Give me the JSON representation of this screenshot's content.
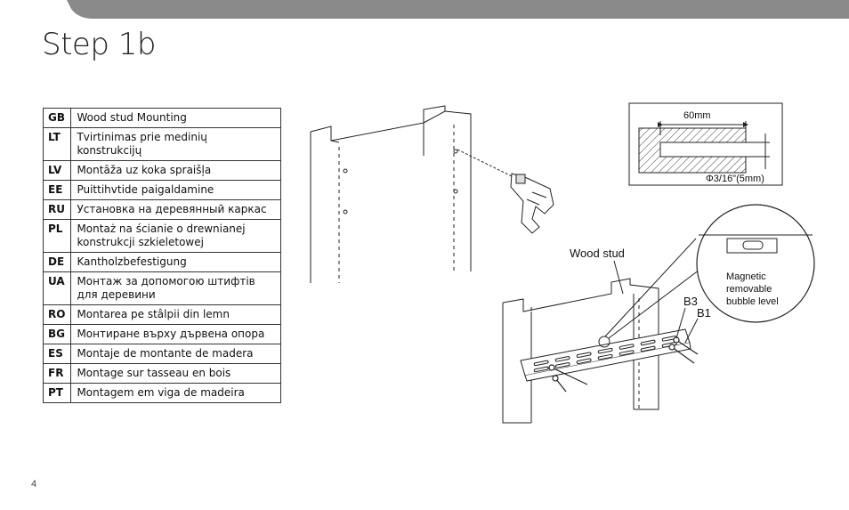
{
  "page": {
    "title": "Step 1b",
    "number": "4"
  },
  "languages": [
    {
      "code": "GB",
      "text": "Wood stud Mounting"
    },
    {
      "code": "LT",
      "text": "Tvirtinimas prie medinių konstrukcijų"
    },
    {
      "code": "LV",
      "text": "Montāža uz koka spraišļa"
    },
    {
      "code": "EE",
      "text": "Puittihvtide paigaldamine"
    },
    {
      "code": "RU",
      "text": "Установка на деревянный каркас"
    },
    {
      "code": "PL",
      "text": "Montaż na ścianie o drewnianej konstrukcji szkieletowej"
    },
    {
      "code": "DE",
      "text": "Kantholzbefestigung"
    },
    {
      "code": "UA",
      "text": "Монтаж за допомогою штифтів для деревини"
    },
    {
      "code": "RO",
      "text": "Montarea pe stâlpii din lemn"
    },
    {
      "code": "BG",
      "text": "Монтиране върху дървена опора"
    },
    {
      "code": "ES",
      "text": "Montaje de montante de madera"
    },
    {
      "code": "FR",
      "text": "Montage sur tasseau en bois"
    },
    {
      "code": "PT",
      "text": "Montagem em viga de madeira"
    }
  ],
  "diagram": {
    "depth_label": "60mm",
    "drill_label": "Φ3/16\"(5mm)",
    "wood_stud_label": "Wood stud",
    "level_label_1": "Magnetic",
    "level_label_2": "removable",
    "level_label_3": "bubble level",
    "part_b3": "B3",
    "part_b1": "B1"
  },
  "colors": {
    "top_band": "#8a8a8a",
    "line": "#222222"
  }
}
